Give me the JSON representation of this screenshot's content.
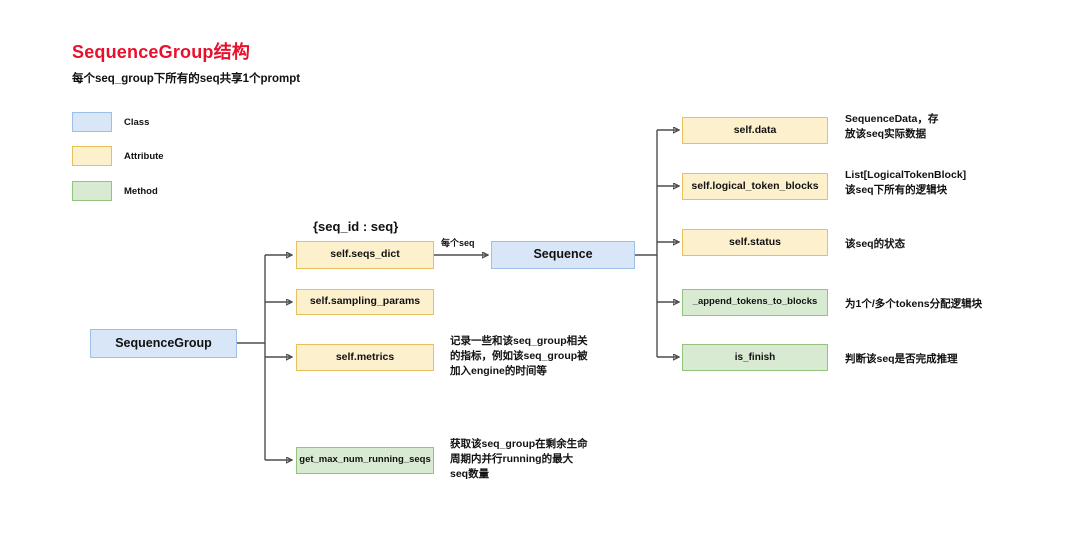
{
  "header": {
    "title": "SequenceGroup结构",
    "title_color": "#e8112d",
    "subtitle": "每个seq_group下所有的seq共享1个prompt"
  },
  "legend": {
    "items": [
      {
        "label": "Class",
        "fill": "#d9e6f8",
        "border": "#9cc0e8"
      },
      {
        "label": "Attribute",
        "fill": "#fdf0cd",
        "border": "#e6c15d"
      },
      {
        "label": "Method",
        "fill": "#d9ead3",
        "border": "#93c47d"
      }
    ]
  },
  "nodes": {
    "root": {
      "label": "SequenceGroup",
      "kind": "Class"
    },
    "sequence": {
      "label": "Sequence",
      "kind": "Class"
    },
    "seqs_dict": {
      "label": "self.seqs_dict",
      "kind": "Attribute",
      "caption": "{seq_id : seq}"
    },
    "sampling_params": {
      "label": "self.sampling_params",
      "kind": "Attribute"
    },
    "metrics": {
      "label": "self.metrics",
      "kind": "Attribute"
    },
    "get_max_num_running_seqs": {
      "label": "get_max_num_running_seqs",
      "kind": "Method"
    },
    "data": {
      "label": "self.data",
      "kind": "Attribute"
    },
    "logical_token_blocks": {
      "label": "self.logical_token_blocks",
      "kind": "Attribute"
    },
    "status": {
      "label": "self.status",
      "kind": "Attribute"
    },
    "append_tokens_to_blocks": {
      "label": "_append_tokens_to_blocks",
      "kind": "Method"
    },
    "is_finish": {
      "label": "is_finish",
      "kind": "Method"
    }
  },
  "edges": {
    "seqs_dict_to_sequence_label": "每个seq"
  },
  "notes": {
    "metrics": "记录一些和该seq_group相关\n的指标，例如该seq_group被\n加入engine的时间等",
    "get_max_num_running_seqs": "获取该seq_group在剩余生命\n周期内并行running的最大\nseq数量",
    "data": "SequenceData，存\n放该seq实际数据",
    "logical_token_blocks": "List[LogicalTokenBlock]\n该seq下所有的逻辑块",
    "status": "该seq的状态",
    "append_tokens_to_blocks": "为1个/多个tokens分配逻辑块",
    "is_finish": "判断该seq是否完成推理"
  }
}
